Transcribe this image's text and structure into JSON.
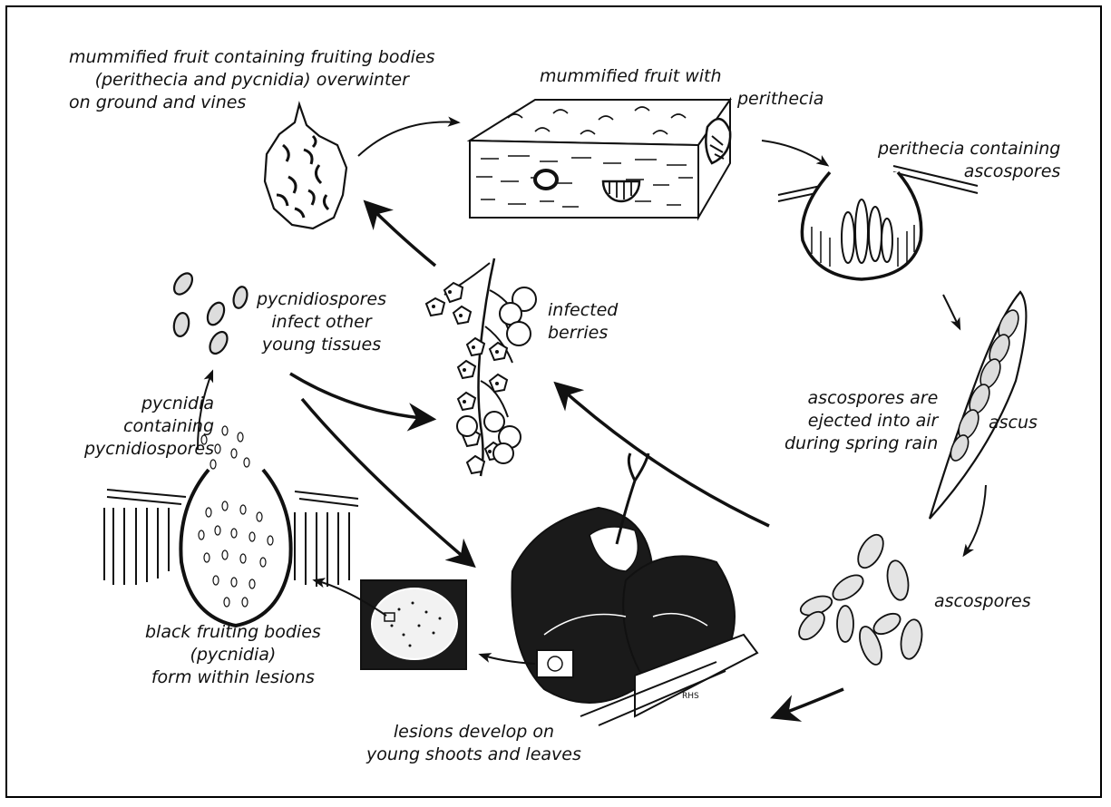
{
  "labels": {
    "mummified_overwinter": [
      "mummified fruit containing fruiting bodies",
      "(perithecia and pycnidia) overwinter",
      "on ground and vines"
    ],
    "mummified_perithecia": [
      "mummified fruit with",
      "perithecia"
    ],
    "perithecia_ascospores": [
      "perithecia containing",
      "ascospores"
    ],
    "ascospores_ejected": [
      "ascospores are",
      "ejected into air",
      "during spring rain"
    ],
    "ascus": [
      "ascus"
    ],
    "ascospores": [
      "ascospores"
    ],
    "lesions_develop": [
      "lesions develop on",
      "young shoots and leaves"
    ],
    "black_fruiting": [
      "black fruiting bodies",
      "(pycnidia)",
      "form within lesions"
    ],
    "pycnidia_containing": [
      "pycnidia",
      "containing",
      "pycnidiospores"
    ],
    "pycnidiospores_infect": [
      "pycnidiospores",
      "infect other",
      "young tissues"
    ],
    "infected_berries": [
      "infected",
      "berries"
    ],
    "signature": "RHS"
  },
  "icons": [
    "mummified-fruit-icon",
    "fruit-section-icon",
    "perithecium-icon",
    "ascus-icon",
    "ascospores-icon",
    "lesion-leaf-icon",
    "lesion-closeup-icon",
    "pycnidium-icon",
    "pycnidiospores-icon",
    "infected-berries-icon"
  ],
  "colors": {
    "ink": "#111111",
    "paper": "#ffffff",
    "lesion_dark": "#1a1a1a"
  }
}
